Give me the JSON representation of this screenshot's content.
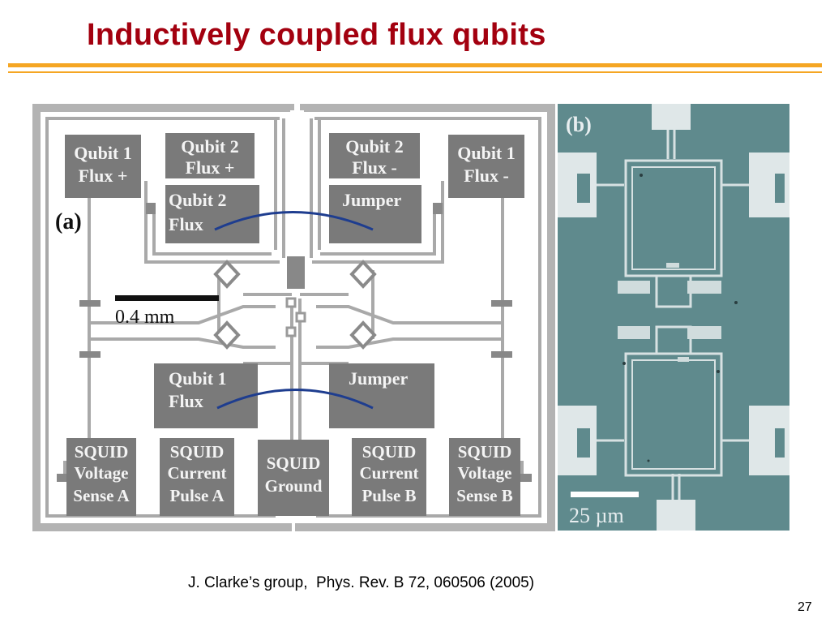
{
  "slide": {
    "title": "Inductively coupled flux qubits",
    "citation": "J. Clarke’s group,  Phys. Rev. B 72, 060506 (2005)",
    "page_number": "27"
  },
  "panel_a": {
    "label": "(a)",
    "scale_bar": "0.4 mm",
    "pads": {
      "q1_flux_plus": [
        "Qubit 1",
        "Flux +"
      ],
      "q2_flux_plus": [
        "Qubit 2",
        "Flux +"
      ],
      "q2_flux_minus": [
        "Qubit 2",
        "Flux -"
      ],
      "q1_flux_minus": [
        "Qubit 1",
        "Flux -"
      ],
      "q2_flux": [
        "Qubit 2",
        "Flux"
      ],
      "jumper_top": [
        "Jumper"
      ],
      "q1_flux": [
        "Qubit 1",
        "Flux"
      ],
      "jumper_bottom": [
        "Jumper"
      ],
      "squid_v_a": [
        "SQUID",
        "Voltage",
        "Sense A"
      ],
      "squid_c_a": [
        "SQUID",
        "Current",
        "Pulse A"
      ],
      "squid_ground": [
        "SQUID",
        "Ground"
      ],
      "squid_c_b": [
        "SQUID",
        "Current",
        "Pulse B"
      ],
      "squid_v_b": [
        "SQUID",
        "Voltage",
        "Sense B"
      ]
    }
  },
  "panel_b": {
    "label": "(b)",
    "scale_bar": "25 µm"
  },
  "colors": {
    "title": "#a3000f",
    "rule": "#f5a623",
    "pad": "#7a7a7a",
    "wire": "#a9a9a9",
    "coupling_arc": "#1e3d8f",
    "micrograph_bg": "#5f8a8d"
  }
}
